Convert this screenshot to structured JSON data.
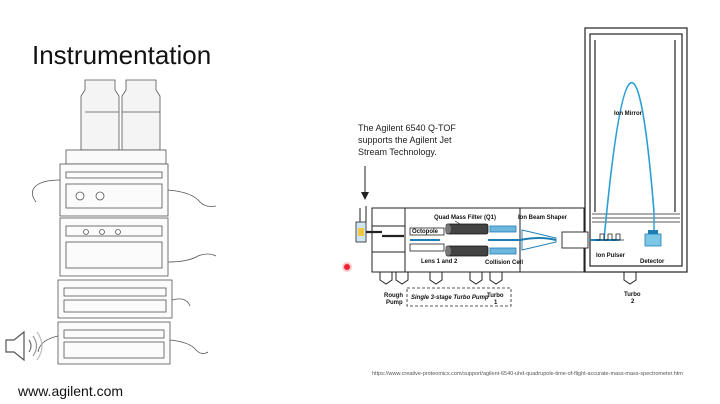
{
  "slide": {
    "title": "Instrumentation",
    "footer_url": "www.agilent.com",
    "source_url": "https://www.creative-proteomics.com/support/agilent-6540-uhd-quadrupole-time-of-flight-accurate-mass-mass-spectrometer.htm",
    "caption_lines": [
      "The Agilent 6540 Q-TOF",
      "supports the Agilent Jet",
      "Stream Technology."
    ]
  },
  "diagram": {
    "labels": {
      "quad_mass_filter": "Quad Mass Filter (Q1)",
      "ion_beam_shaper": "Ion Beam Shaper",
      "octopole": "Octopole",
      "lens": "Lens 1 and 2",
      "collision_cell": "Collision Cell",
      "ion_mirror": "Ion Mirror",
      "ion_pulser": "Ion Pulser",
      "detector": "Detector",
      "rough_pump_1": "Rough",
      "rough_pump_2": "Pump",
      "turbo_pump": "Single 3-stage Turbo Pump",
      "turbo1_1": "Turbo",
      "turbo1_2": "1",
      "turbo2_1": "Turbo",
      "turbo2_2": "2"
    },
    "colors": {
      "beam": "#1f7fb5",
      "line": "#222222",
      "mirror": "#2a9fd6",
      "detector": "#7cc7e6"
    }
  },
  "icons": {
    "speaker": "speaker-icon",
    "instrument": "lc-instrument-stack-illustration"
  }
}
